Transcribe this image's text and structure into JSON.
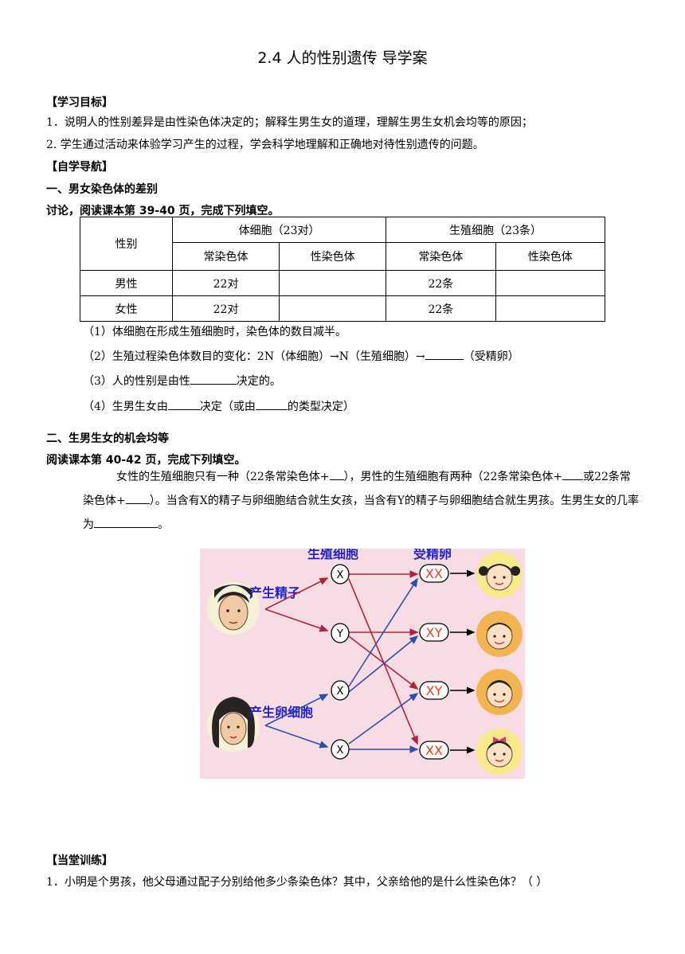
{
  "title": "2.4 人的性别遗传 导学案",
  "objectives": {
    "heading": "【学习目标】",
    "items": [
      "1．说明人的性别差异是由性染色体决定的；解释生男生女的道理，理解生男生女机会均等的原因；",
      "2. 学生通过活动来体验学习产生的过程，学会科学地理解和正确地对待性别遗传的问题。"
    ]
  },
  "nav_heading": "【自学导航】",
  "section1": {
    "heading": "一、男女染色体的差别",
    "instruction": "讨论，阅读课本第 39-40 页，完成下列填空。",
    "table": {
      "col_sex": "性别",
      "somatic": "体细胞（23对）",
      "germ": "生殖细胞（23条）",
      "auto": "常染色体",
      "sexchrom": "性染色体",
      "rows": [
        {
          "sex": "男性",
          "somatic_auto": "22对",
          "germ_auto": "22条"
        },
        {
          "sex": "女性",
          "somatic_auto": "22对",
          "germ_auto": "22条"
        }
      ]
    },
    "q1": "（1）体细胞在形成生殖细胞时，染色体的数目减半。",
    "q2_a": "（2）生殖过程染色体数目的变化：2N（体细胞）→N（生殖细胞）→",
    "q2_b": "（受精卵）",
    "q3_a": "（3）人的性别是由性",
    "q3_b": "决定的。",
    "q4_a": "（4）生男生女由",
    "q4_b": "决定（或由",
    "q4_c": "的类型决定）"
  },
  "section2": {
    "heading": "二、生男生女的机会均等",
    "instruction": "阅读课本第 40-42 页，完成下列填空。",
    "p_a": "女性的生殖细胞只有一种（22条常染色体+",
    "p_b": "），男性的生殖细胞有两种（22条常染色体+",
    "p_c": "或22条常染色体+",
    "p_d": "）。当含有X的精子与卵细胞结合就生女孩，当含有Y的精子与卵细胞结合就生男孩。生男生女的几率为",
    "p_e": "。"
  },
  "figure": {
    "label_germ": "生殖细胞",
    "label_zygote": "受精卵",
    "label_sperm": "产生精子",
    "label_egg": "产生卵细胞",
    "gametes": [
      "X",
      "Y",
      "X",
      "X"
    ],
    "zygotes": [
      "XX",
      "XY",
      "XY",
      "XX"
    ],
    "colors": {
      "sperm_arrow": "#b0243a",
      "egg_arrow": "#2a4fb0",
      "zygote_text": "#e8401a",
      "label": "#2222cc"
    }
  },
  "practice": {
    "heading": "【当堂训练】",
    "q1": "1．小明是个男孩，他父母通过配子分别给他多少条染色体？其中，父亲给他的是什么性染色体？（    ）"
  }
}
